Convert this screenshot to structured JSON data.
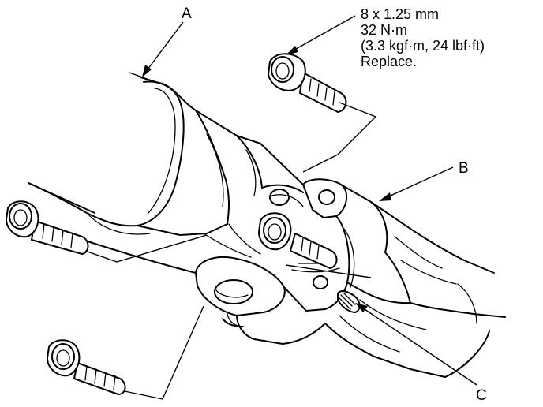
{
  "labels": {
    "a": "A",
    "b": "B",
    "c": "C"
  },
  "torque_spec": {
    "size": "8 x 1.25 mm",
    "torque_nm": "32 N·m",
    "torque_alt": "(3.3 kgf·m, 24 lbf·ft)",
    "note": "Replace."
  },
  "colors": {
    "line": "#000000",
    "background": "#ffffff"
  }
}
